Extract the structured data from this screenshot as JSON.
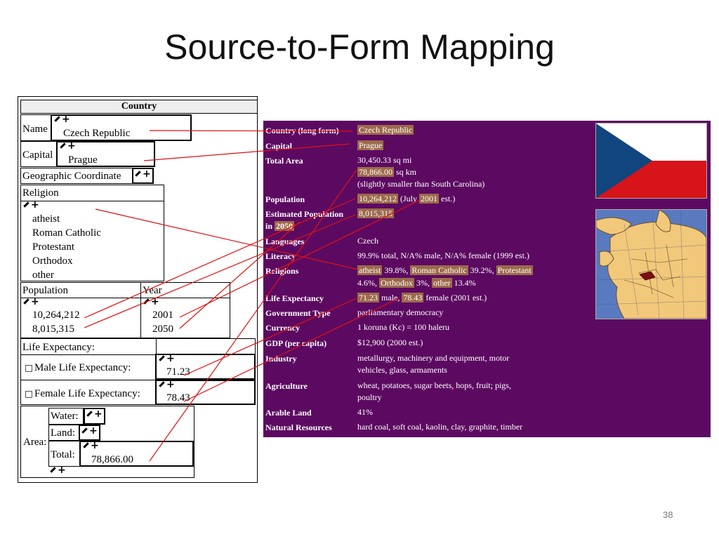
{
  "slide": {
    "title": "Source-to-Form Mapping",
    "number": "38"
  },
  "form": {
    "header": "Country",
    "name_label": "Name",
    "name_value": "Czech Republic",
    "capital_label": "Capital",
    "capital_value": "Prague",
    "geo_label": "Geographic Coordinate",
    "religion_label": "Religion",
    "religions": [
      "atheist",
      "Roman Catholic",
      "Protestant",
      "Orthodox",
      "other"
    ],
    "population_label": "Population",
    "year_label": "Year",
    "populations": [
      "10,264,212",
      "8,015,315"
    ],
    "years": [
      "2001",
      "2050"
    ],
    "life_label": "Life Expectancy:",
    "male_label": "Male Life Expectancy:",
    "male_value": "71.23",
    "female_label": "Female Life Expectancy:",
    "female_value": "78.43",
    "area_label": "Area:",
    "water_label": "Water:",
    "land_label": "Land:",
    "total_label": "Total:",
    "total_value": "78,866.00"
  },
  "source": {
    "rows": [
      {
        "label": "Country (long form)",
        "value": "Czech Republic"
      },
      {
        "label": "Capital",
        "value": "Prague"
      },
      {
        "label": "Total Area",
        "v1": "30,450.33 sq mi",
        "v2a": "78,866.00",
        "v2b": " sq km",
        "v3": "(slightly smaller than South Carolina)"
      },
      {
        "label": "Population",
        "p1": "10,264,212",
        "p2": " (July ",
        "p3": "2001",
        "p4": " est.)"
      },
      {
        "label1": "Estimated Population",
        "label2a": "in ",
        "label2b": "2050",
        "value": "8,015,315"
      },
      {
        "label": "Languages",
        "value": "Czech"
      },
      {
        "label": "Literacy",
        "value": "99.9% total, N/A% male, N/A% female (1999 est.)"
      },
      {
        "label": "Religions",
        "r1": "atheist",
        "r2": " 39.8%, ",
        "r3": "Roman Catholic",
        "r4": " 39.2%, ",
        "r5": "Protestant",
        "r6": "4.6%, ",
        "r7": "Orthodox",
        "r8": " 3%, ",
        "r9": "other",
        "r10": " 13.4%"
      },
      {
        "label": "Life Expectancy",
        "e1": "71.23",
        "e2": " male, ",
        "e3": "78.43",
        "e4": " female (2001 est.)"
      },
      {
        "label": "Government Type",
        "value": "parliamentary democracy"
      },
      {
        "label": "Currency",
        "value": "1 koruna (Kc) = 100 haleru"
      },
      {
        "label": "GDP (per capita)",
        "value": "$12,900 (2000 est.)"
      },
      {
        "label": "Industry",
        "v1": "metallurgy, machinery and equipment, motor",
        "v2": "vehicles, glass, armaments"
      },
      {
        "label": "Agriculture",
        "v1": "wheat, potatoes, sugar beets, hops, fruit; pigs,",
        "v2": "poultry"
      },
      {
        "label": "Arable Land",
        "value": "41%"
      },
      {
        "label": "Natural Resources",
        "value": "hard coal, soft coal, kaolin, clay, graphite, timber"
      }
    ]
  },
  "colors": {
    "panel": "#5c0a61",
    "highlight": "#9c6a4b",
    "mapping_line": "#e01010",
    "flag_blue": "#11457e",
    "flag_red": "#d7141a"
  },
  "icons": {
    "edit": "pencil-icon",
    "add": "plus-icon"
  }
}
